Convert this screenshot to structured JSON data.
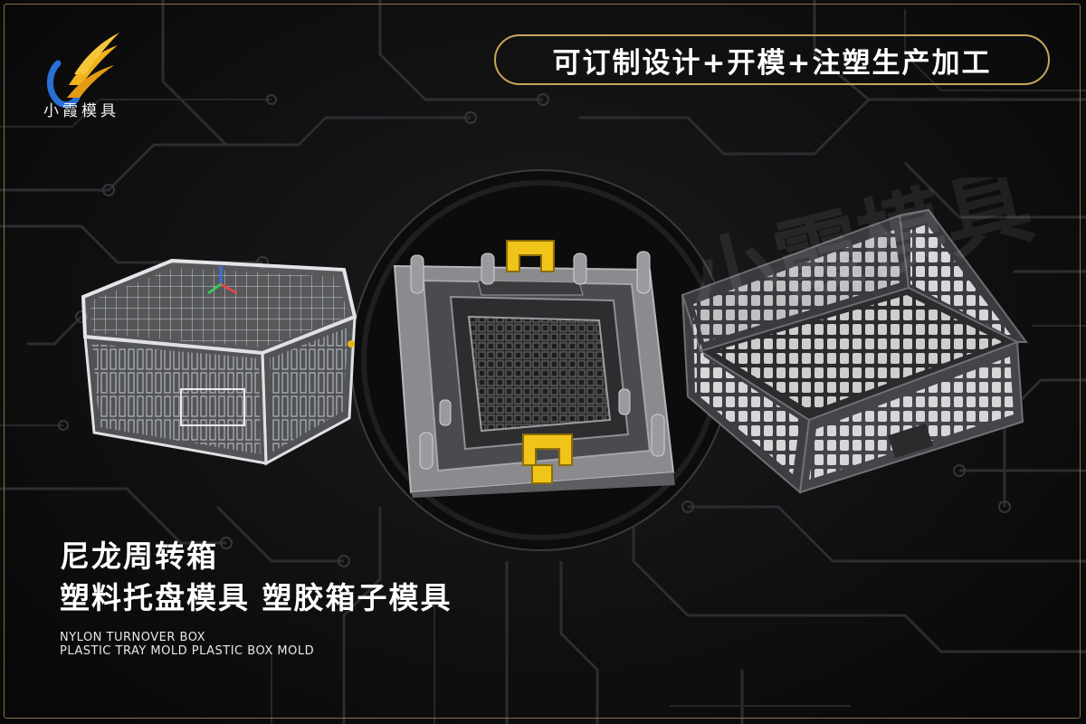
{
  "brand": {
    "name": "小霞模具",
    "logo_icon": "xiaoxia-logo-icon"
  },
  "banner": {
    "text": "可订制设计+开模+注塑生产加工"
  },
  "headline": {
    "line1": "尼龙周转箱",
    "line2": "塑料托盘模具 塑胶箱子模具"
  },
  "subtitle": {
    "line1": "NYLON TURNOVER BOX",
    "line2": "PLASTIC TRAY MOLD PLASTIC BOX MOLD"
  },
  "watermark": {
    "text": "小霞模具"
  },
  "colors": {
    "gold": "#c9a45a",
    "mold_yellow": "#f0c419",
    "circuit": "#2e2f33"
  }
}
